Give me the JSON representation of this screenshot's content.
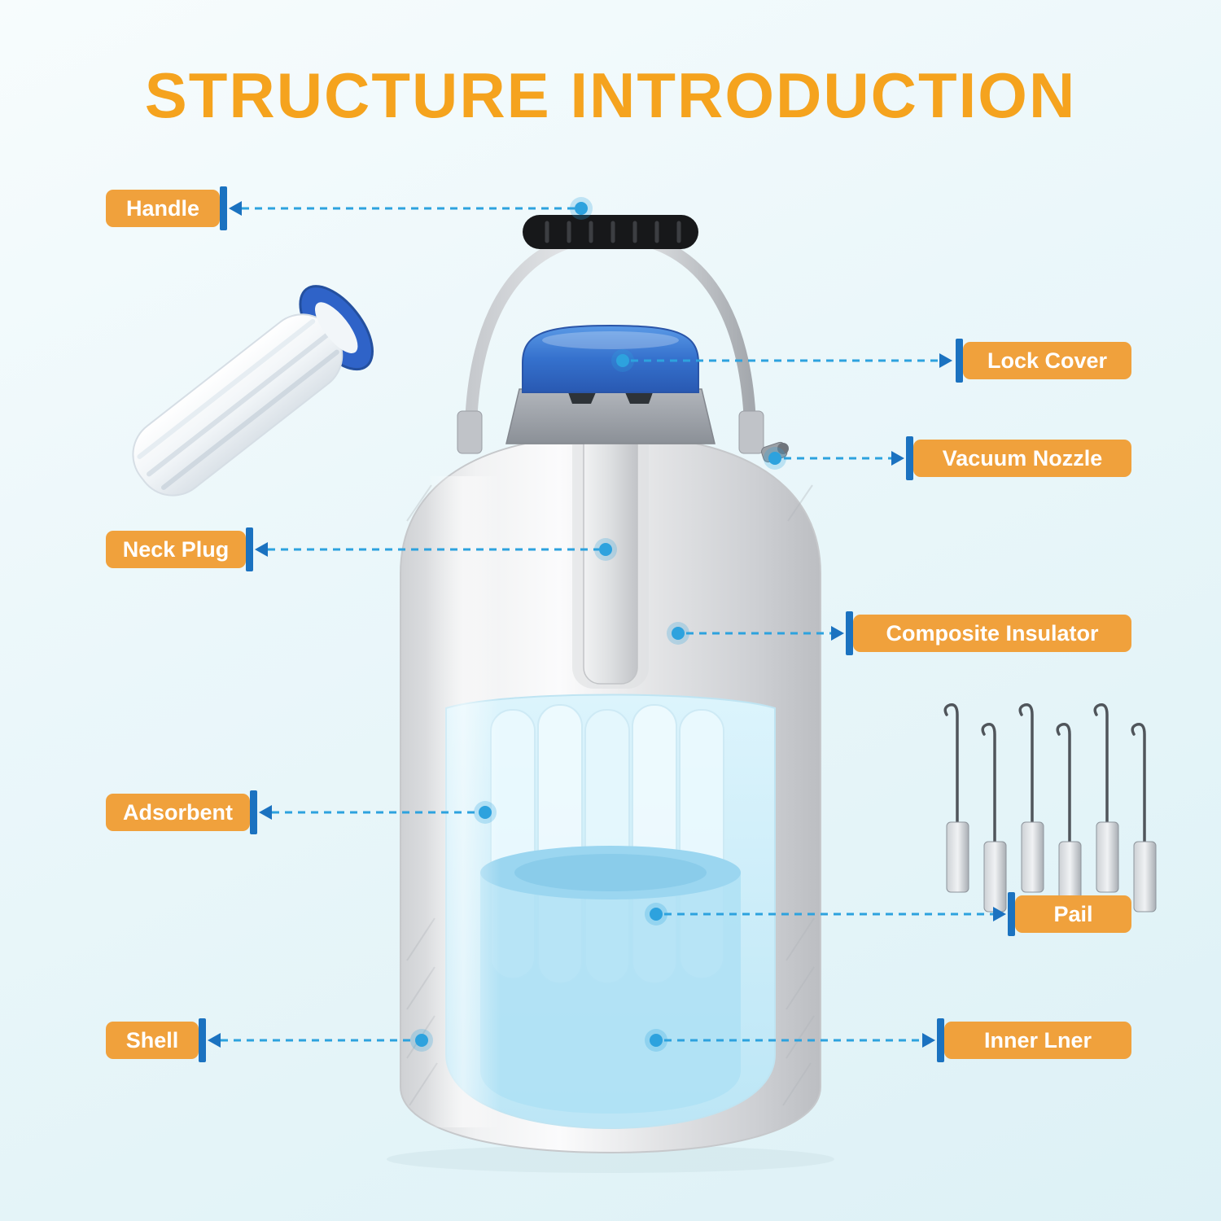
{
  "title": "STRUCTURE INTRODUCTION",
  "labels": [
    {
      "id": "handle",
      "text": "Handle",
      "side": "left"
    },
    {
      "id": "lock-cover",
      "text": "Lock Cover",
      "side": "right"
    },
    {
      "id": "vacuum-nozzle",
      "text": "Vacuum Nozzle",
      "side": "right"
    },
    {
      "id": "neck-plug",
      "text": "Neck Plug",
      "side": "left"
    },
    {
      "id": "composite-insulator",
      "text": "Composite Insulator",
      "side": "right"
    },
    {
      "id": "adsorbent",
      "text": "Adsorbent",
      "side": "left"
    },
    {
      "id": "pail",
      "text": "Pail",
      "side": "right"
    },
    {
      "id": "shell",
      "text": "Shell",
      "side": "left"
    },
    {
      "id": "inner-liner",
      "text": "Inner Lner",
      "side": "right"
    }
  ],
  "colors": {
    "title_color": "#F5A31E",
    "label_bg": "#F0A13C",
    "accent_blue": "#1B72C0",
    "connector_blue": "#2DA2DE",
    "cap_blue": "#3571CD",
    "liquid_blue": "#C7EBF8"
  }
}
